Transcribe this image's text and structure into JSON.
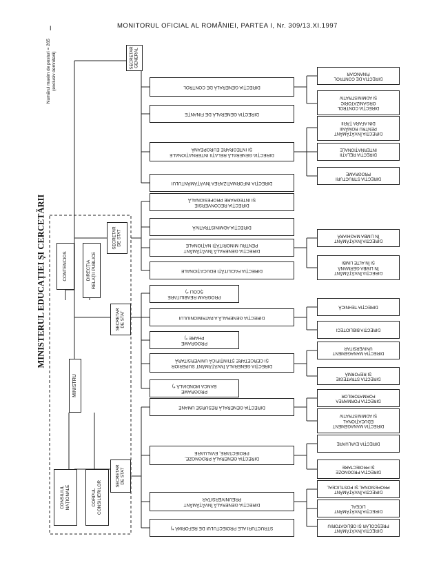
{
  "header": "MONITORUL OFICIAL AL ROMÂNIEI, PARTEA I, Nr. 309/13.XI.1997",
  "page_number": "I",
  "title": "MINISTERUL EDUCAȚIEI ȘI CERCETĂRII",
  "note": [
    "Numărul maxim de posturi = 265",
    "(exclusiv demnitarii)"
  ],
  "left": {
    "ministru": "MINISTRU",
    "contencios": "CONTENCIOS",
    "relatii_publice": [
      "DIRECȚIA",
      "RELAȚII PUBLICE"
    ],
    "consiliu": [
      "CONSILIUL",
      "NAȚIONALE"
    ],
    "corpul": [
      "CORPUL",
      "CONSILIERILOR"
    ]
  },
  "secretaries": {
    "general": [
      "SECRETAR",
      "GENERAL"
    ],
    "stat1": [
      "SECRETAR",
      "DE STAT"
    ],
    "stat2": [
      "SECRETAR",
      "DE STAT"
    ],
    "stat3": [
      "SECRETAR",
      "DE STAT"
    ]
  },
  "directions": {
    "control": "DIRECȚIA GENERALĂ DE CONTROL",
    "finante": "DIRECȚIA GENERALĂ DE FINANȚE",
    "relatii_internationale": [
      "DIRECȚIA GENERALĂ RELAȚII INTERNAȚIONALE",
      "ȘI INTEGRARE EUROPEANĂ"
    ],
    "informatizare": "DIRECȚIA INFORMATIZAREA ÎNVĂȚĂMÂNTULUI",
    "reconversie": [
      "DIRECȚIA RECONVERSIE",
      "ȘI INTEGRARE PROFESIONALĂ"
    ],
    "administrativa": "DIRECȚIA ADMINISTRATIVĂ",
    "minoritati": [
      "DIRECȚIA GENERALĂ ÎNVĂȚĂMÂNT",
      "PENTRU MINORITĂȚI NAȚIONALE"
    ],
    "facilitati": "DIRECȚIA   FACILITĂȚI EDUCAȚIONALE",
    "reabilitare": [
      "PROGRAM REABILITARE",
      "ȘCOLI *)"
    ],
    "patrimoniu": "DIRECȚIA GENERALĂ A PATRIMONIULUI",
    "phare": [
      "PROGRAME",
      "PHARE *)"
    ],
    "superior": [
      "DIRECȚIA GENERALĂ ÎNVĂȚĂMÂNT SUPERIOR",
      "ȘI CERCETARE ȘTIINȚIFICĂ UNIVERSITARĂ"
    ],
    "banca": [
      "PROGRAME",
      "BANCA MONDIALĂ *)"
    ],
    "resurse": "DIRECȚIA GENERALĂ RESURSE UMANE",
    "prognoze": [
      "DIRECȚIA GENERALĂ PROGNOZE,",
      "PROIECTARE, EVALUARE"
    ],
    "preuniversitar": [
      "DIRECȚIA GENERALĂ ÎNVĂȚĂMÂNT",
      "PREUNIVERSITAR"
    ],
    "reforma": "STRUCTURI ALE PROIECTULUI DE REFORMĂ *)"
  },
  "subdirections": {
    "control_financiar": [
      "DIRECȚIA DE CONTROL",
      "FINANCIAR"
    ],
    "control_organizatoric": [
      "DIRECȚIA CONTROL",
      "ORGANIZATORIC",
      "ȘI ADMINISTRATIV"
    ],
    "invatamant_strainatate": [
      "DIRECȚIA ÎNVĂȚĂMÂNT",
      "PENTRU ROMÂNII",
      "DIN AFARA ȚĂRII"
    ],
    "relatii_int": [
      "DIRECȚIA RELAȚII",
      "INTERNAȚIONALE"
    ],
    "structuri_programe": [
      "DIRECȚIA STRUCTURI",
      "PROGRAME"
    ],
    "limba_maghiara": [
      "DIRECȚIA ÎNVĂȚĂMÂNT",
      "ÎN LIMBA MAGHIARĂ"
    ],
    "limba_germana": [
      "DIRECȚIA ÎNVĂȚĂMÂNT",
      "ÎN LIMBA GERMANĂ",
      "ȘI ÎN ALTE LIMBI"
    ],
    "tehnica": "DIRECȚIA TEHNICĂ",
    "biblioteci": "DIRECȚIA BIBLIOTECI",
    "management_univ": [
      "DIRECȚIA MANAGEMENT",
      "UNIVERSITAR"
    ],
    "strategie": [
      "DIRECȚIA STRATEGIE",
      "ȘI REFORMĂ"
    ],
    "formare": [
      "DIRECȚIA FORMAREA",
      "FORMATORILOR"
    ],
    "management_edu": [
      "DIRECȚIA MANAGEMENT",
      "EDUCAȚIONAL",
      "ȘI ADMINISTRATIV"
    ],
    "evaluare": "DIRECȚIA EVALUARE",
    "prognoze_sub": [
      "DIRECȚIA PROGNOZE",
      "ȘI PROIECTARE"
    ],
    "profesional": [
      "DIRECȚIA ÎNVĂȚĂMÂNT",
      "PROFESIONAL ȘI POSTLICEAL"
    ],
    "liceal": [
      "DIRECȚIA ÎNVĂȚĂMÂNT",
      "LICEAL"
    ],
    "prescolar": [
      "DIRECȚIA ÎNVĂȚĂMÂNT",
      "PREȘCOLAR ȘI OBLIGATORIU"
    ]
  }
}
